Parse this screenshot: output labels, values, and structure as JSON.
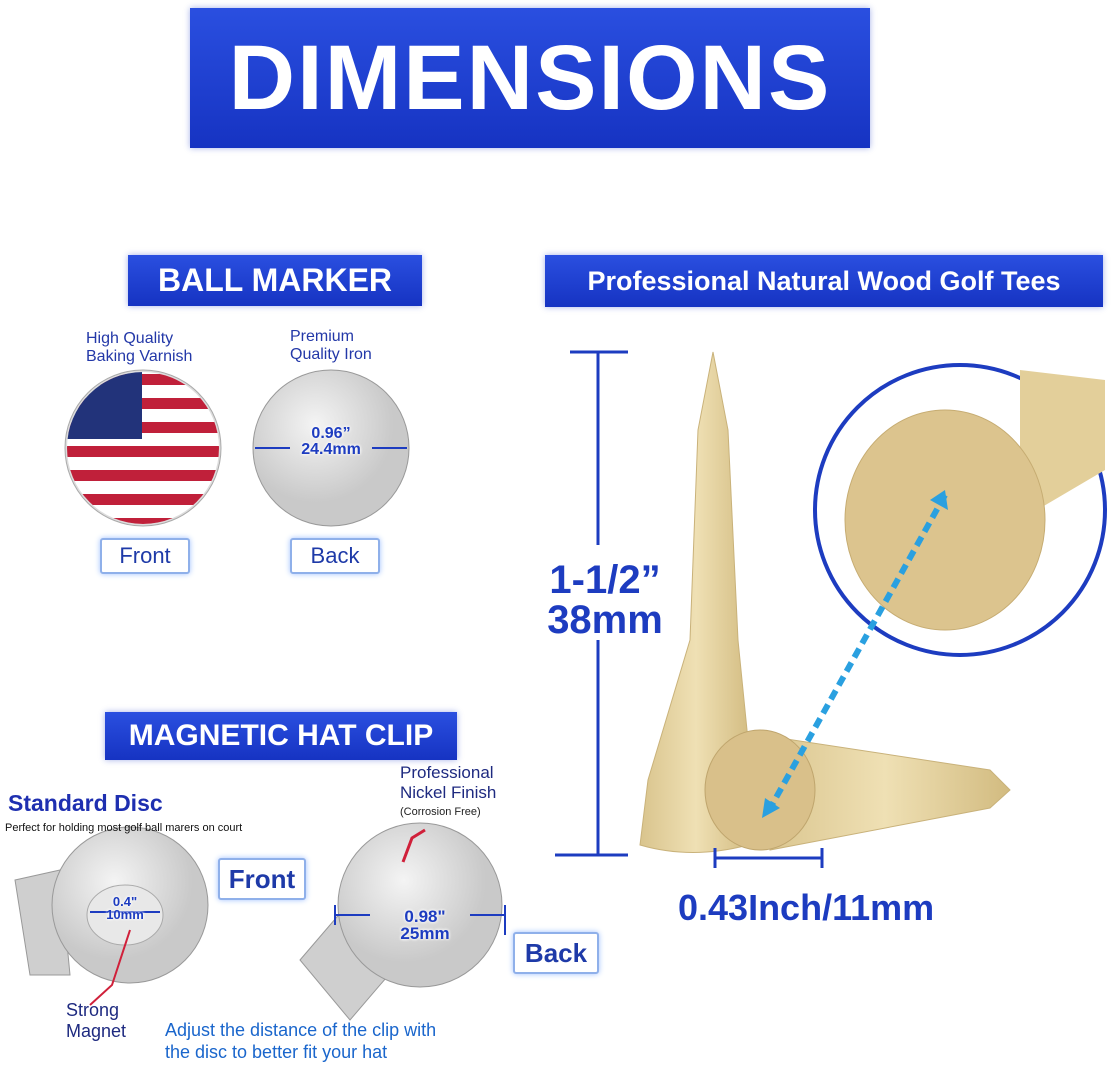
{
  "title": "DIMENSIONS",
  "ball_marker": {
    "heading": "BALL MARKER",
    "front_caption_1": "High Quality",
    "front_caption_2": "Baking Varnish",
    "back_caption_1": "Premium",
    "back_caption_2": "Quality Iron",
    "diameter_in": "0.96”",
    "diameter_mm": "24.4mm",
    "front_label": "Front",
    "back_label": "Back"
  },
  "tees": {
    "heading": "Professional Natural Wood Golf Tees",
    "length_in": "1-1/2”",
    "length_mm": "38mm",
    "head_width": "0.43Inch/11mm"
  },
  "hat_clip": {
    "heading": "MAGNETIC HAT CLIP",
    "standard_disc": "Standard Disc",
    "standard_desc": "Perfect for holding most golf ball marers on court",
    "inner_in": "0.4\"",
    "inner_mm": "10mm",
    "outer_in": "0.98\"",
    "outer_mm": "25mm",
    "front_label": "Front",
    "back_label": "Back",
    "finish_1": "Professional",
    "finish_2": "Nickel Finish",
    "finish_3": "(Corrosion Free)",
    "magnet_1": "Strong",
    "magnet_2": "Magnet",
    "adjust_1": "Adjust the distance of the clip with",
    "adjust_2": "the disc to better fit your hat"
  },
  "colors": {
    "brand_blue": "#1f3fd0",
    "wood": "#e6d3a0",
    "accent_red": "#d0203a",
    "arrow": "#2aa0e0"
  }
}
